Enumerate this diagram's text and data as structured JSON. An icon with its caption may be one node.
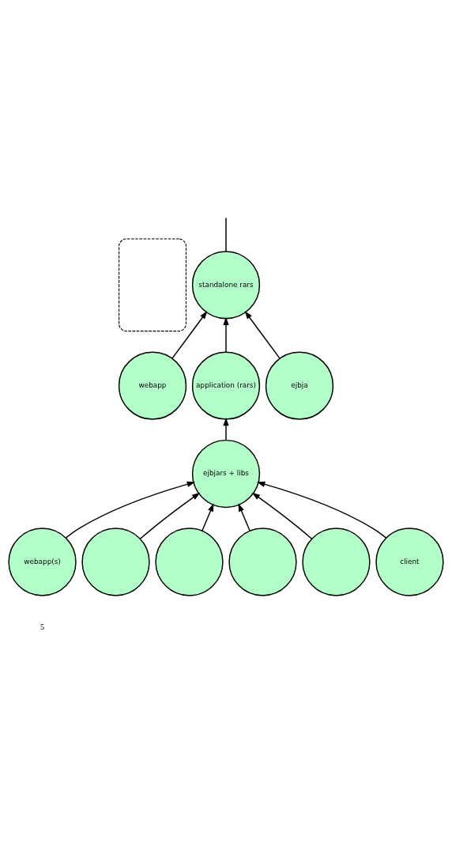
{
  "diagram": {
    "nodes": [
      {
        "text": [],
        "shape": "box"
      },
      {
        "text": [
          "standalone rars"
        ]
      },
      {
        "text": [
          "webapp"
        ]
      },
      {
        "text": [
          "application (rars)"
        ]
      },
      {
        "text": [
          "ejbja"
        ]
      },
      {
        "text": [
          "ejbjars + libs"
        ]
      },
      {
        "text": [
          "webapp(s)"
        ]
      },
      {
        "text": [],
        "shape": "circle"
      },
      {
        "text": [],
        "shape": "circle"
      },
      {
        "text": [],
        "shape": "circle"
      },
      {
        "text": [],
        "shape": "circle"
      },
      {
        "text": [
          "client"
        ]
      }
    ],
    "edges": [
      {
        "from": 1,
        "to": null,
        "arrow": "none"
      },
      {
        "from": 2,
        "to": 1,
        "arrow": "to"
      },
      {
        "from": 3,
        "to": 1,
        "arrow": "to"
      },
      {
        "from": 4,
        "to": 1,
        "arrow": "to"
      },
      {
        "from": 5,
        "to": 3,
        "arrow": "to"
      },
      {
        "from": 6,
        "to": 5,
        "arrow": "to"
      },
      {
        "from": 7,
        "to": 5,
        "arrow": "to"
      },
      {
        "from": 8,
        "to": 5,
        "arrow": "to"
      },
      {
        "from": 9,
        "to": 5,
        "arrow": "to"
      },
      {
        "from": 10,
        "to": 5,
        "arrow": "to"
      },
      {
        "from": 11,
        "to": 5,
        "arrow": "to"
      }
    ],
    "labels": [
      "5"
    ]
  }
}
